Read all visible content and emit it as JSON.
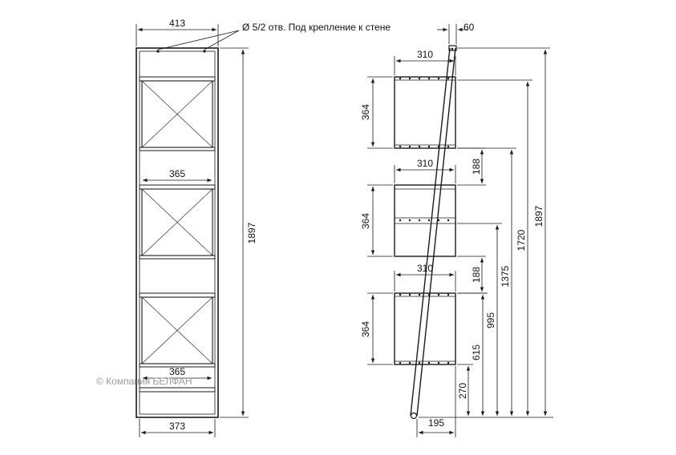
{
  "front_view": {
    "top_width": "413",
    "hole_note": "Ø 5/2 отв. Под крепление к стене",
    "total_height": "1897",
    "inner_width_1": "365",
    "inner_width_2": "365",
    "bottom_width": "373"
  },
  "side_view": {
    "top_offset": "60",
    "depth_1": "310",
    "depth_2": "310",
    "depth_3": "310",
    "box_height_1": "364",
    "box_height_2": "364",
    "box_height_3": "364",
    "gap_1": "188",
    "gap_2": "188",
    "height_270": "270",
    "height_615": "615",
    "height_995": "995",
    "height_1375": "1375",
    "height_1720": "1720",
    "height_1897": "1897",
    "bottom_offset": "195"
  },
  "watermark": "© Компания БЕЛФАН"
}
